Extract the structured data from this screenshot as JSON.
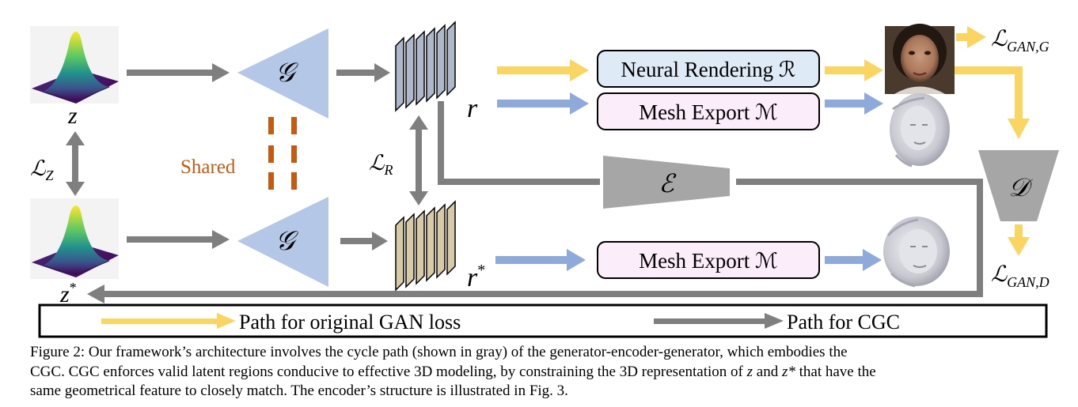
{
  "diagram": {
    "nodes": {
      "z_label": "z",
      "z_star_label": "z*",
      "loss_z": "ℒZ",
      "shared_label": "Shared",
      "generator_top": "𝒢",
      "generator_bottom": "𝒢",
      "loss_r": "ℒR",
      "r_label": "r",
      "r_star_label": "r*",
      "neural_rendering": "Neural Rendering ℛ",
      "mesh_export_top": "Mesh Export ℳ",
      "mesh_export_bottom": "Mesh Export ℳ",
      "encoder": "ℰ",
      "discriminator": "𝒟",
      "loss_gan_g": "ℒGAN,G",
      "loss_gan_d": "ℒGAN,D"
    },
    "legend": {
      "gan_path_label": "Path for original GAN loss",
      "cgc_path_label": "Path for CGC"
    },
    "colors": {
      "gan_path": "#fbd561",
      "cgc_path": "#7f7f7f",
      "mesh_path": "#8eaadb",
      "generator_fill": "#b4c7e7",
      "encoder_fill": "#a6a6a6",
      "shared": "#c55a11",
      "feature_r": "#adb9ca",
      "feature_r_star": "#d6cba6",
      "neural_box": "#deebf7",
      "mesh_box": "#fbedf9"
    },
    "icons": {
      "latent_plot": "gaussian-surface-plot",
      "rendered_face": "rendered-face-photo",
      "mesh_face": "3d-mesh-face"
    }
  },
  "caption": {
    "line1": "Figure 2: Our framework’s architecture involves the cycle path (shown in gray) of the generator-encoder-generator, which embodies the",
    "line2": "CGC. CGC enforces valid latent regions conducive to effective 3D modeling, by constraining the 3D representation of",
    "line2_z": "z",
    "line2_and": "and",
    "line2_zstar": "z*",
    "line2_end": "that have the",
    "line3": "same geometrical feature to closely match. The encoder’s structure is illustrated in Fig. 3."
  }
}
